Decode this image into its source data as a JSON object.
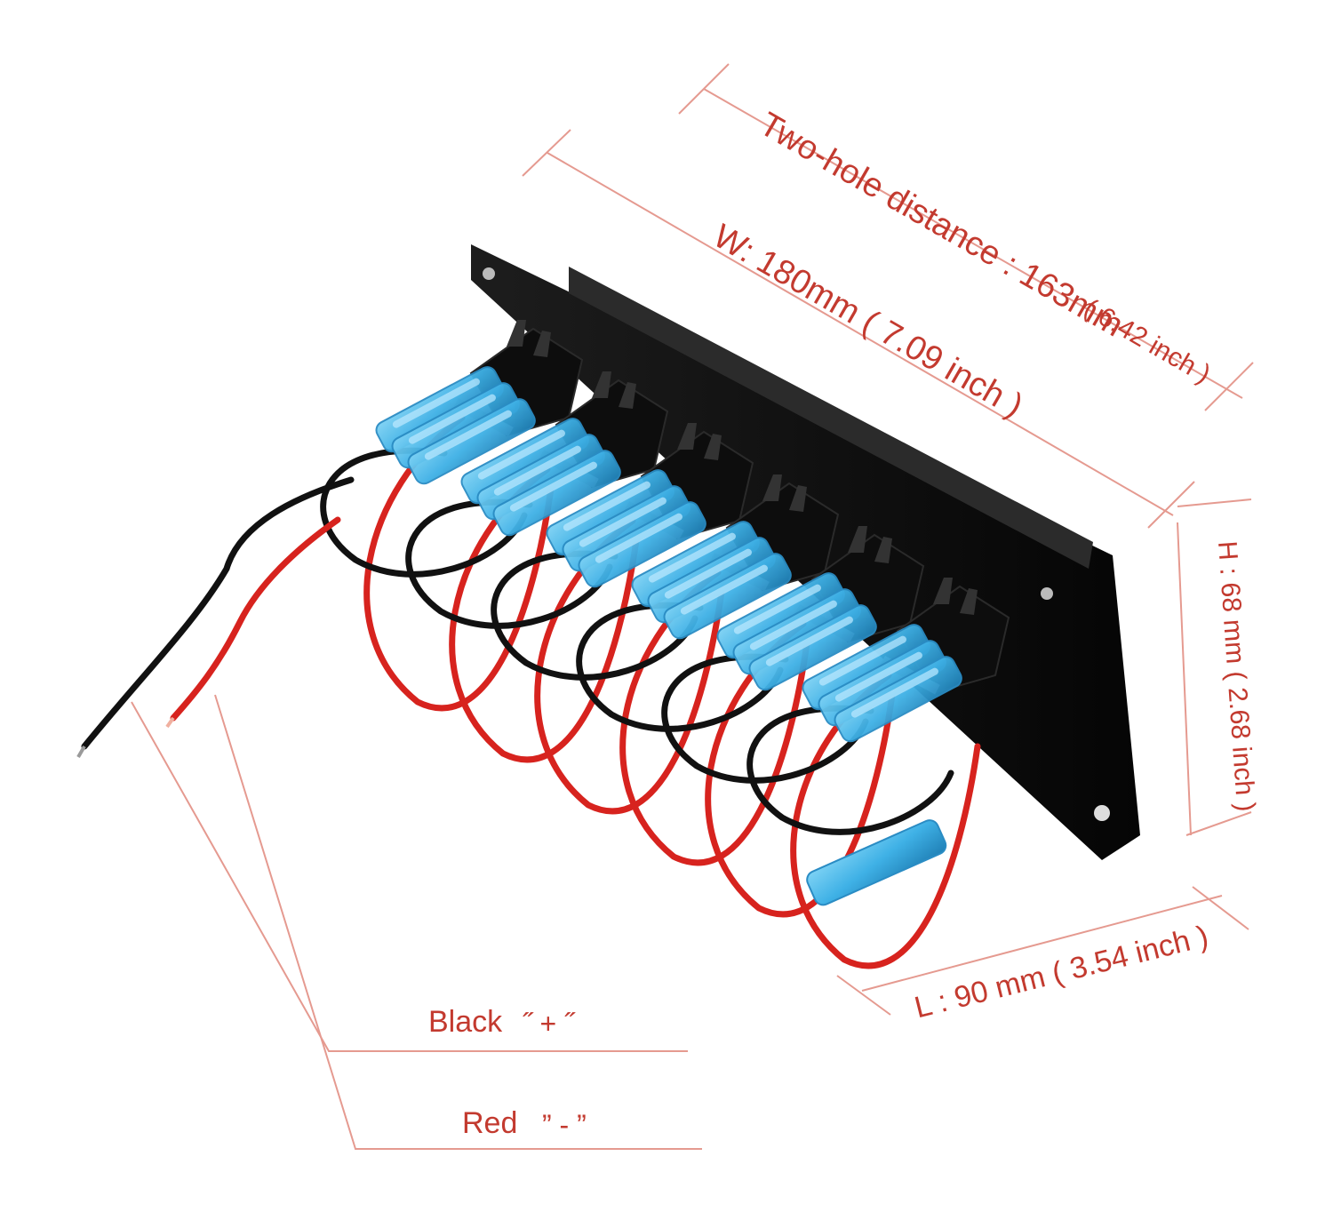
{
  "colors": {
    "annotation": "#c33a2f",
    "annotation_line": "#e59a90",
    "panel": "#121212",
    "terminal_blue": "#3fb1e6",
    "wire_red": "#d7231e",
    "wire_black": "#111111",
    "background": "#ffffff"
  },
  "dimensions": {
    "two_hole": {
      "label": "Two-hole distance : 163mm",
      "sub": "( 6.42 inch )"
    },
    "width": {
      "label": "W: 180mm ( 7.09 inch )"
    },
    "height": {
      "label": "H : 68 mm ( 2.68 inch )"
    },
    "length": {
      "label": "L : 90 mm ( 3.54 inch )"
    }
  },
  "wires": {
    "black": {
      "label": "Black",
      "sign": "˝ + ˝"
    },
    "red": {
      "label": "Red",
      "sign": "” - ”"
    }
  },
  "product": {
    "switch_count": 6
  }
}
